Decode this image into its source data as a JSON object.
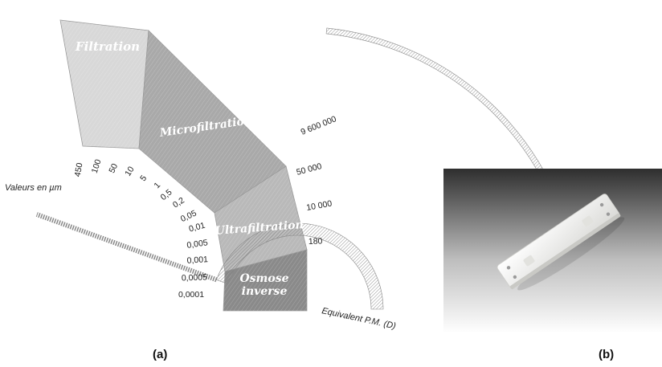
{
  "diagram": {
    "sectors": [
      {
        "name": "Filtration",
        "lines": [
          "Filtration"
        ]
      },
      {
        "name": "Microfiltration",
        "lines": [
          "Microfiltration"
        ]
      },
      {
        "name": "Ultrafiltration",
        "lines": [
          "Ultrafiltration"
        ]
      },
      {
        "name": "Osmose inverse",
        "lines": [
          "Osmose",
          "inverse"
        ]
      }
    ],
    "inner_axis": {
      "title": "Valeurs en µm",
      "ticks": [
        "450",
        "100",
        "50",
        "10",
        "5",
        "1",
        "0,5",
        "0,2",
        "0,05",
        "0,01",
        "0,005",
        "0,001",
        "0,0005",
        "0,0001"
      ]
    },
    "outer_axis": {
      "title": "Equivalent P.M.  (D)",
      "ticks": [
        "9 600 000",
        "50 000",
        "10 000",
        "180"
      ]
    }
  },
  "panels": {
    "a": "(a)",
    "b": "(b)"
  },
  "colors": {
    "filtration": "#d8d8d8",
    "microfiltration": "#a9a9a9",
    "ultrafiltration": "#b9b9b9",
    "osmose": "#8a8a8a",
    "photo_bg_top": "#2e2e2e",
    "photo_bg_bottom": "#ffffff",
    "membrane": "#f4f4f2"
  }
}
